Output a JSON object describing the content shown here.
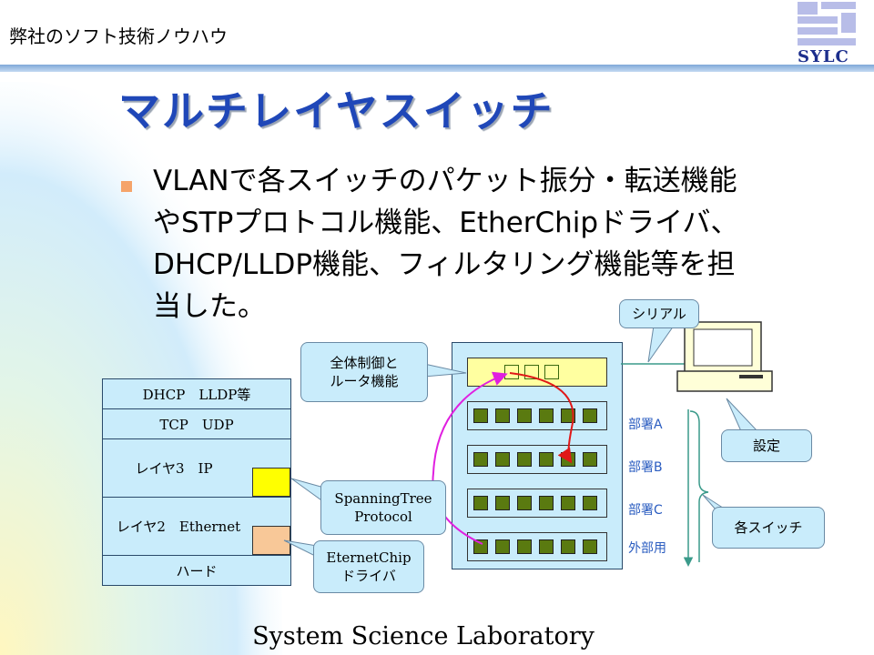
{
  "header": {
    "text": "弊社のソフト技術ノウハウ"
  },
  "logo": {
    "text": "SYLC"
  },
  "title": "マルチレイヤスイッチ",
  "body": {
    "lines": [
      "VLANで各スイッチのパケット振分・転送機能",
      "やSTPプロトコル機能、EtherChipドライバ、",
      "DHCP/LLDP機能、フィルタリング機能等を担",
      "当した。"
    ]
  },
  "stack": {
    "layers": [
      "DHCP　LLDP等",
      "TCP　UDP",
      "レイヤ3　IP",
      "レイヤ2　Ethernet",
      "ハード"
    ]
  },
  "bubbles": {
    "serial": "シリアル",
    "control": [
      "全体制御と",
      "ルータ機能"
    ],
    "stp": [
      "SpanningTree",
      "Protocol"
    ],
    "chip": [
      "EternetChip",
      "ドライバ"
    ],
    "settings": "設定",
    "switches": "各スイッチ"
  },
  "departments": [
    "部署A",
    "部署B",
    "部署C",
    "外部用"
  ],
  "footer": "System  Science  Laboratory",
  "colors": {
    "title": "#1f47b8",
    "bullet": "#f5a46a",
    "layer_fill": "#c9ecfb",
    "ctrl_fill": "#ffffa0",
    "stp_block": "#ffff00",
    "chip_block": "#f8c898",
    "port": "#5a7a10",
    "arrow_red": "#e01818",
    "arrow_magenta": "#e020e0",
    "dept_text": "#2a5cc0"
  }
}
